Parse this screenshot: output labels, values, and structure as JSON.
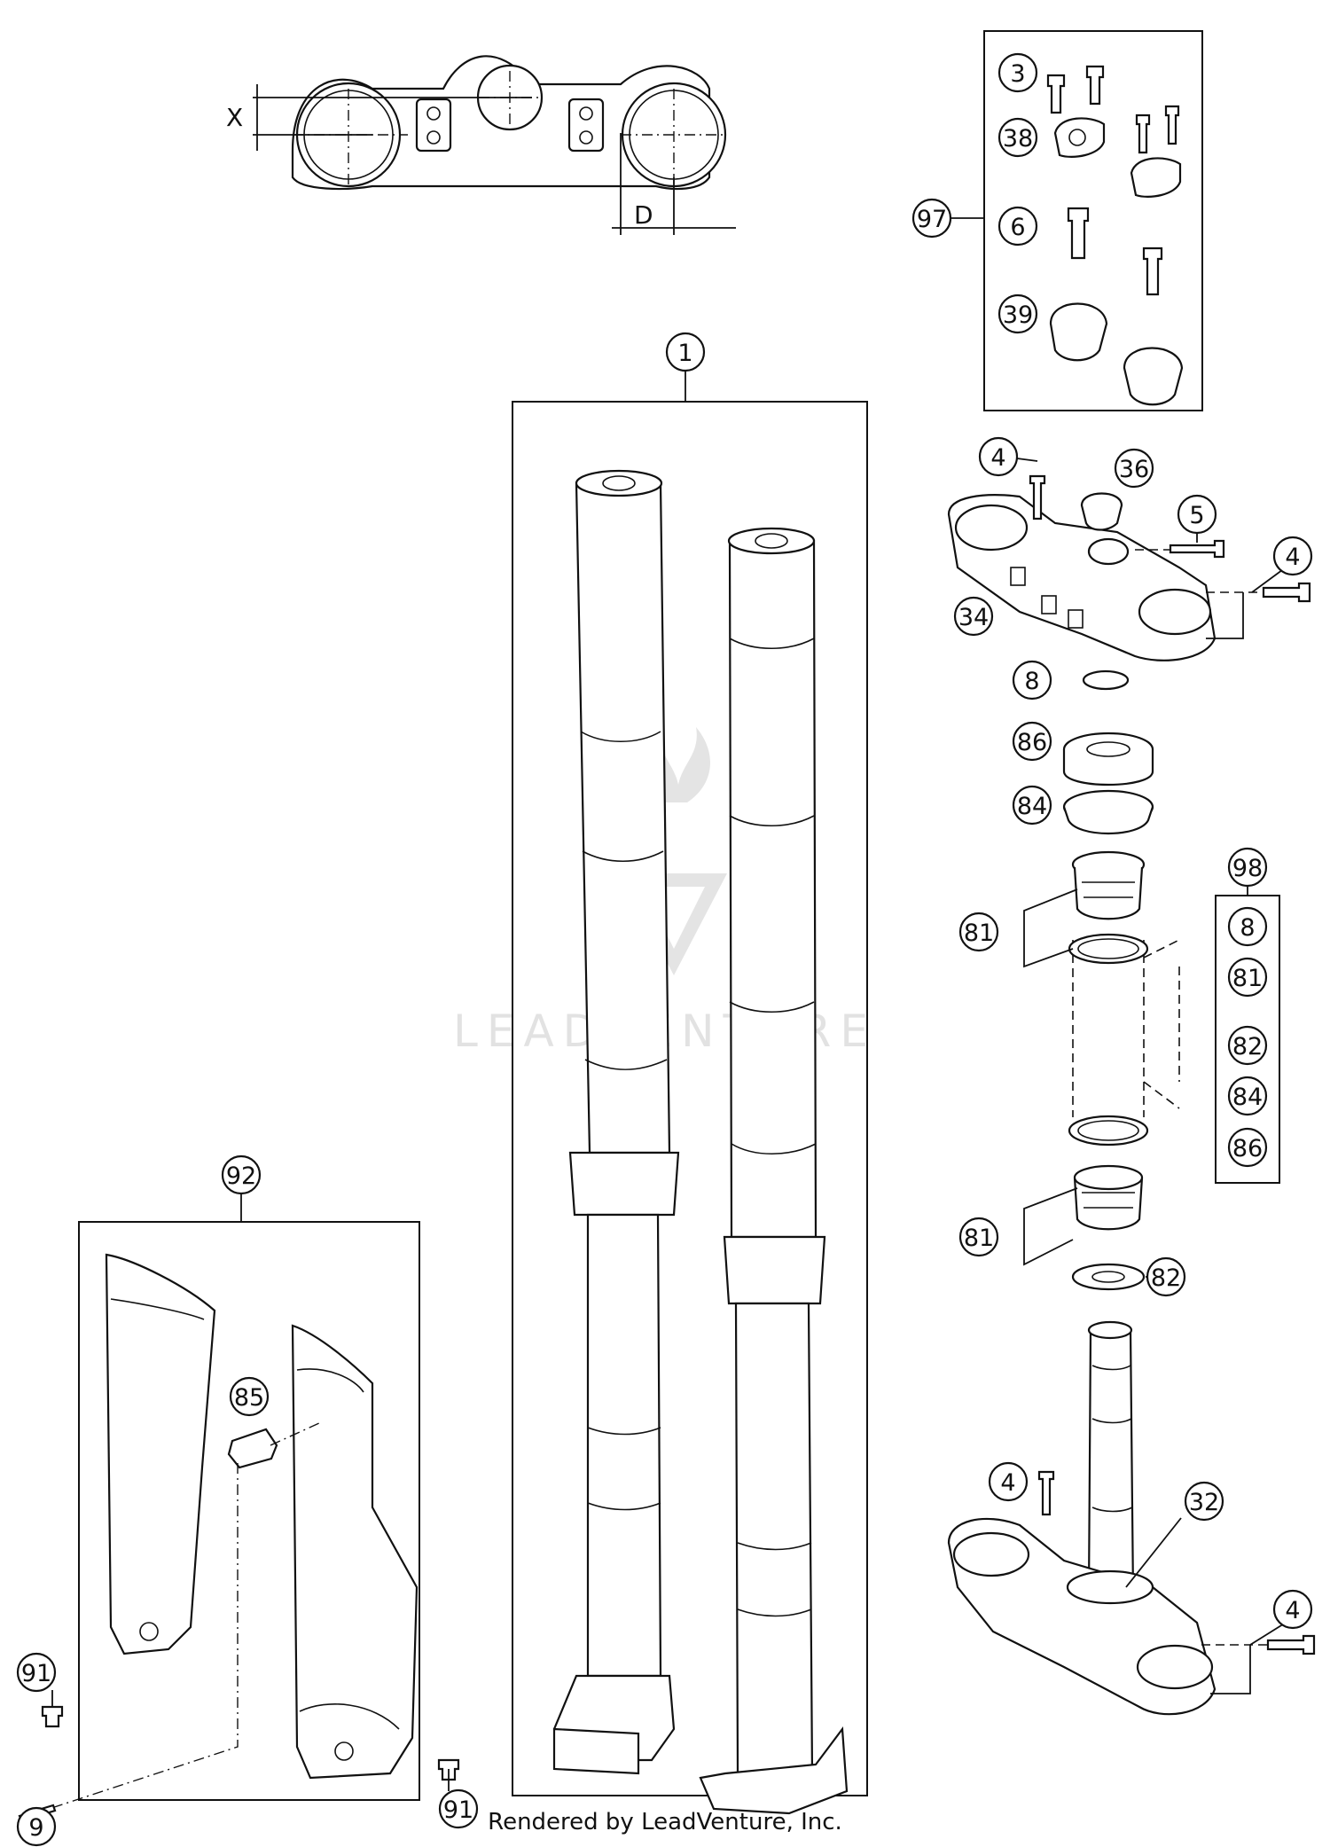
{
  "dimensions": {
    "x_label": "X",
    "d_label": "D"
  },
  "callouts": {
    "c1": "1",
    "c3": "3",
    "c4a": "4",
    "c4b": "4",
    "c4c": "4",
    "c4d": "4",
    "c5": "5",
    "c6": "6",
    "c8a": "8",
    "c8b": "8",
    "c9": "9",
    "c32": "32",
    "c34": "34",
    "c36": "36",
    "c38": "38",
    "c39": "39",
    "c81a": "81",
    "c81b": "81",
    "c81c": "81",
    "c82a": "82",
    "c82b": "82",
    "c84a": "84",
    "c84b": "84",
    "c85": "85",
    "c86a": "86",
    "c86b": "86",
    "c91a": "91",
    "c91b": "91",
    "c92": "92",
    "c97": "97",
    "c98": "98"
  },
  "watermark": {
    "text": "LEADVENTURE"
  },
  "footer": {
    "text": "Rendered by LeadVenture, Inc."
  },
  "icons": [
    "leadventure-flame-logo-icon"
  ]
}
